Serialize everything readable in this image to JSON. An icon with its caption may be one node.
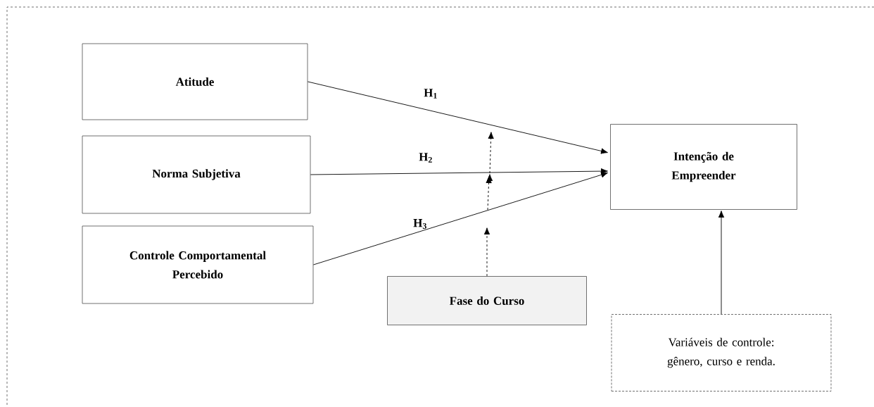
{
  "diagram": {
    "nodes": [
      {
        "text": [
          "Atitude"
        ]
      },
      {
        "text": [
          "Norma Subjetiva"
        ]
      },
      {
        "text": [
          "Controle Comportamental Percebido"
        ]
      },
      {
        "text": [
          "Intenção de Empreender"
        ]
      },
      {
        "text": [
          "Fase do Curso"
        ]
      },
      {
        "text": [
          "Variáveis de controle: gênero, curso e renda."
        ]
      }
    ],
    "edges": [
      {
        "from": 0,
        "to": 3,
        "arrow": "to",
        "label": "H$_{1}$"
      },
      {
        "from": 1,
        "to": 3,
        "arrow": "to",
        "label": "H$_{2}$"
      },
      {
        "from": 2,
        "to": 3,
        "arrow": "to",
        "label": "H$_{3}$"
      },
      {
        "from": 4,
        "to": null,
        "arrow": "to",
        "style": "dashed"
      },
      {
        "from": 5,
        "to": 3,
        "arrow": "to"
      }
    ]
  }
}
